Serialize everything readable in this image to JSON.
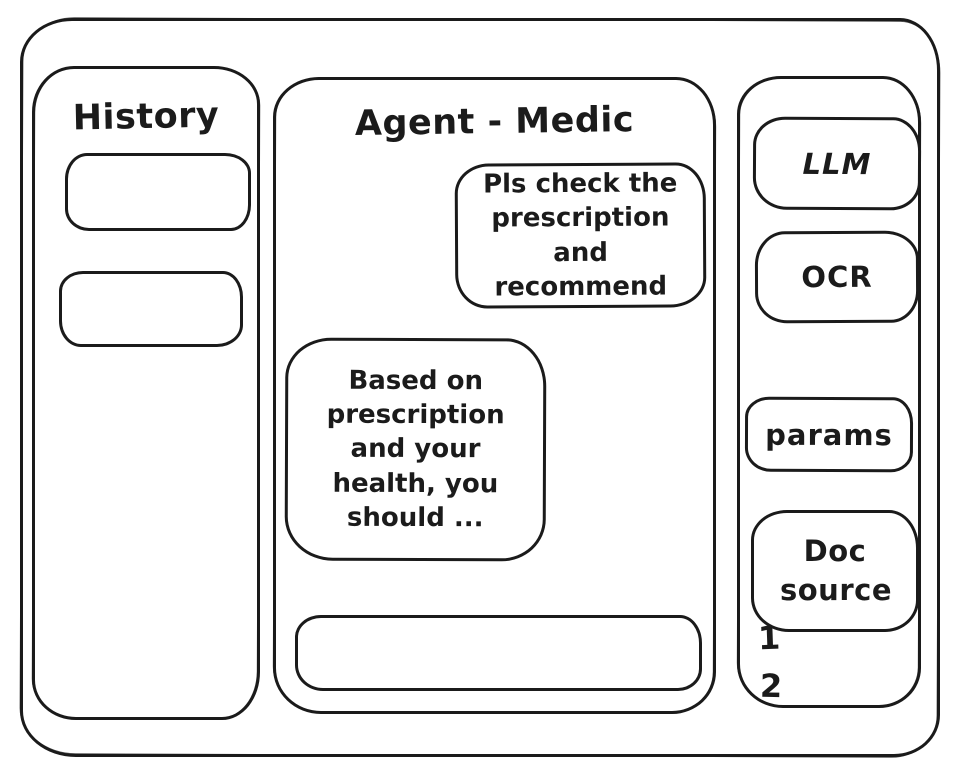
{
  "history": {
    "title": "History",
    "items": [
      {
        "label": ""
      },
      {
        "label": ""
      }
    ]
  },
  "chat": {
    "title": "Agent - Medic",
    "messages": [
      {
        "role": "user",
        "text": "Pls check the prescription and recommend"
      },
      {
        "role": "assistant",
        "text": "Based on prescription and your health, you should ..."
      }
    ],
    "input": {
      "value": "",
      "placeholder": ""
    }
  },
  "tools": {
    "buttons": [
      {
        "label": "LLM"
      },
      {
        "label": "OCR"
      },
      {
        "label": "params"
      }
    ],
    "doc_source": {
      "label": "Doc source",
      "items": [
        "1",
        "2"
      ]
    }
  },
  "colors": {
    "ink": "#1b1b1b",
    "background": "#ffffff"
  }
}
